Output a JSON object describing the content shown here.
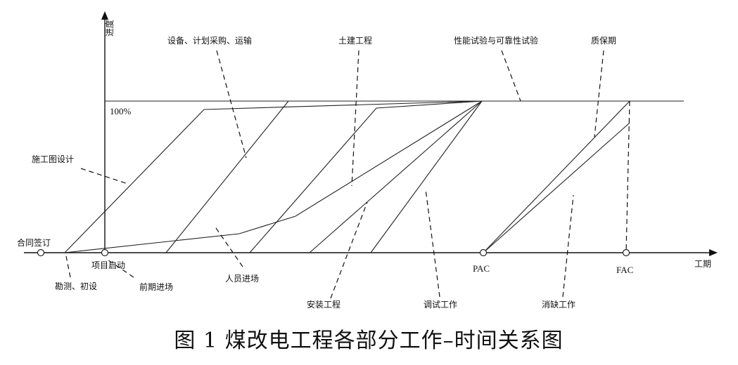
{
  "axes": {
    "y_label": "进度",
    "x_label": "工期",
    "full_level_label": "100%"
  },
  "milestones": {
    "contract": "合同签订",
    "project_start": "项目启动",
    "pac": "PAC",
    "fac": "FAC"
  },
  "activity_labels": {
    "equipment": "设备、计划采购、运输",
    "civil": "土建工程",
    "performance": "性能试验与可靠性试验",
    "warranty": "质保期",
    "construction_drawing": "施工图设计",
    "survey": "勘测、初设",
    "pre_entry": "前期进场",
    "personnel": "人员进场",
    "installation": "安装工程",
    "commissioning": "调试工作",
    "defect_elimination": "消缺工作"
  },
  "caption": "图 1 煤改电工程各部分工作–时间关系图"
}
